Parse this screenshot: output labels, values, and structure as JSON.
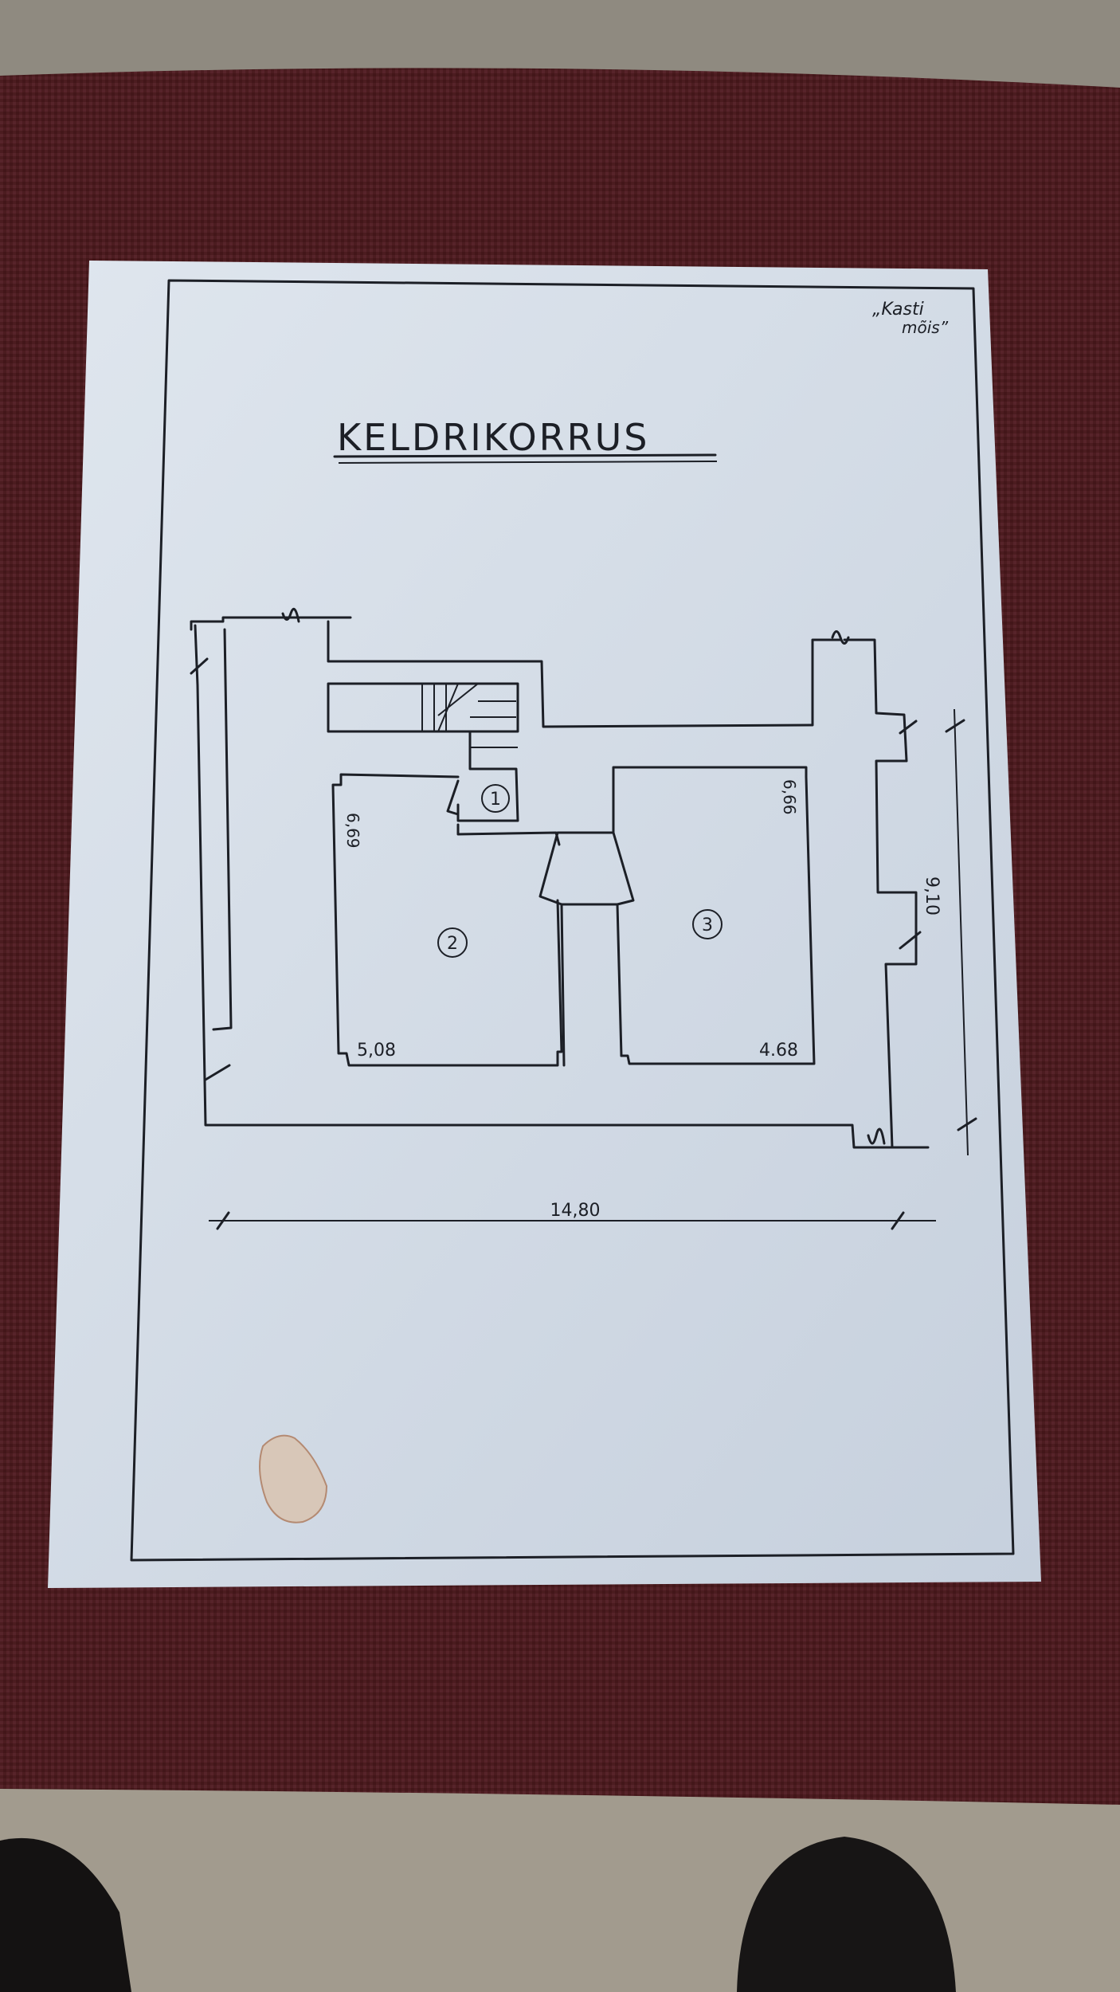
{
  "sheet": {
    "title": "KELDRIKORRUS",
    "corner_note_line1": "„Kasti",
    "corner_note_line2": "mõis”"
  },
  "rooms": [
    {
      "number": "1"
    },
    {
      "number": "2",
      "width_label": "5,08",
      "length_label": "6,69"
    },
    {
      "number": "3",
      "width_label": "4.68",
      "length_label": "6,66"
    }
  ],
  "dimensions": {
    "overall_width": "14,80",
    "overall_depth": "9,10"
  },
  "colors": {
    "paper": "#d3dbe6",
    "carpet": "#4c1c20",
    "ink": "#1c1f26",
    "floor": "#8b867c"
  }
}
